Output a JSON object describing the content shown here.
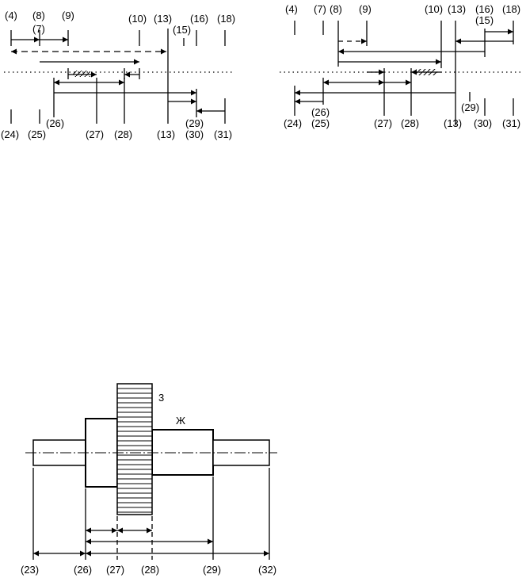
{
  "left_diagram": {
    "top_labels": [
      "(4)",
      "(8)",
      "(7)",
      "(9)",
      "(10)",
      "(13)",
      "(15)",
      "(16)",
      "(18)"
    ],
    "bottom_labels": [
      "(24)",
      "(25)",
      "(26)",
      "(27)",
      "(28)",
      "(13)",
      "(29)",
      "(30)",
      "(31)"
    ]
  },
  "right_diagram": {
    "top_labels": [
      "(4)",
      "(7)",
      "(8)",
      "(9)",
      "(10)",
      "(13)",
      "(16)",
      "(15)",
      "(18)"
    ],
    "bottom_labels": [
      "(26)",
      "(25)",
      "(24)",
      "(27)",
      "(28)",
      "(13)",
      "(29)",
      "(30)",
      "(31)"
    ]
  },
  "shaft_diagram": {
    "surface_labels": [
      "3",
      "Ж"
    ],
    "bottom_labels": [
      "(23)",
      "(26)",
      "(27)",
      "(28)",
      "(29)",
      "(32)"
    ]
  },
  "colors": {
    "ink": "#000000",
    "background": "#ffffff"
  }
}
